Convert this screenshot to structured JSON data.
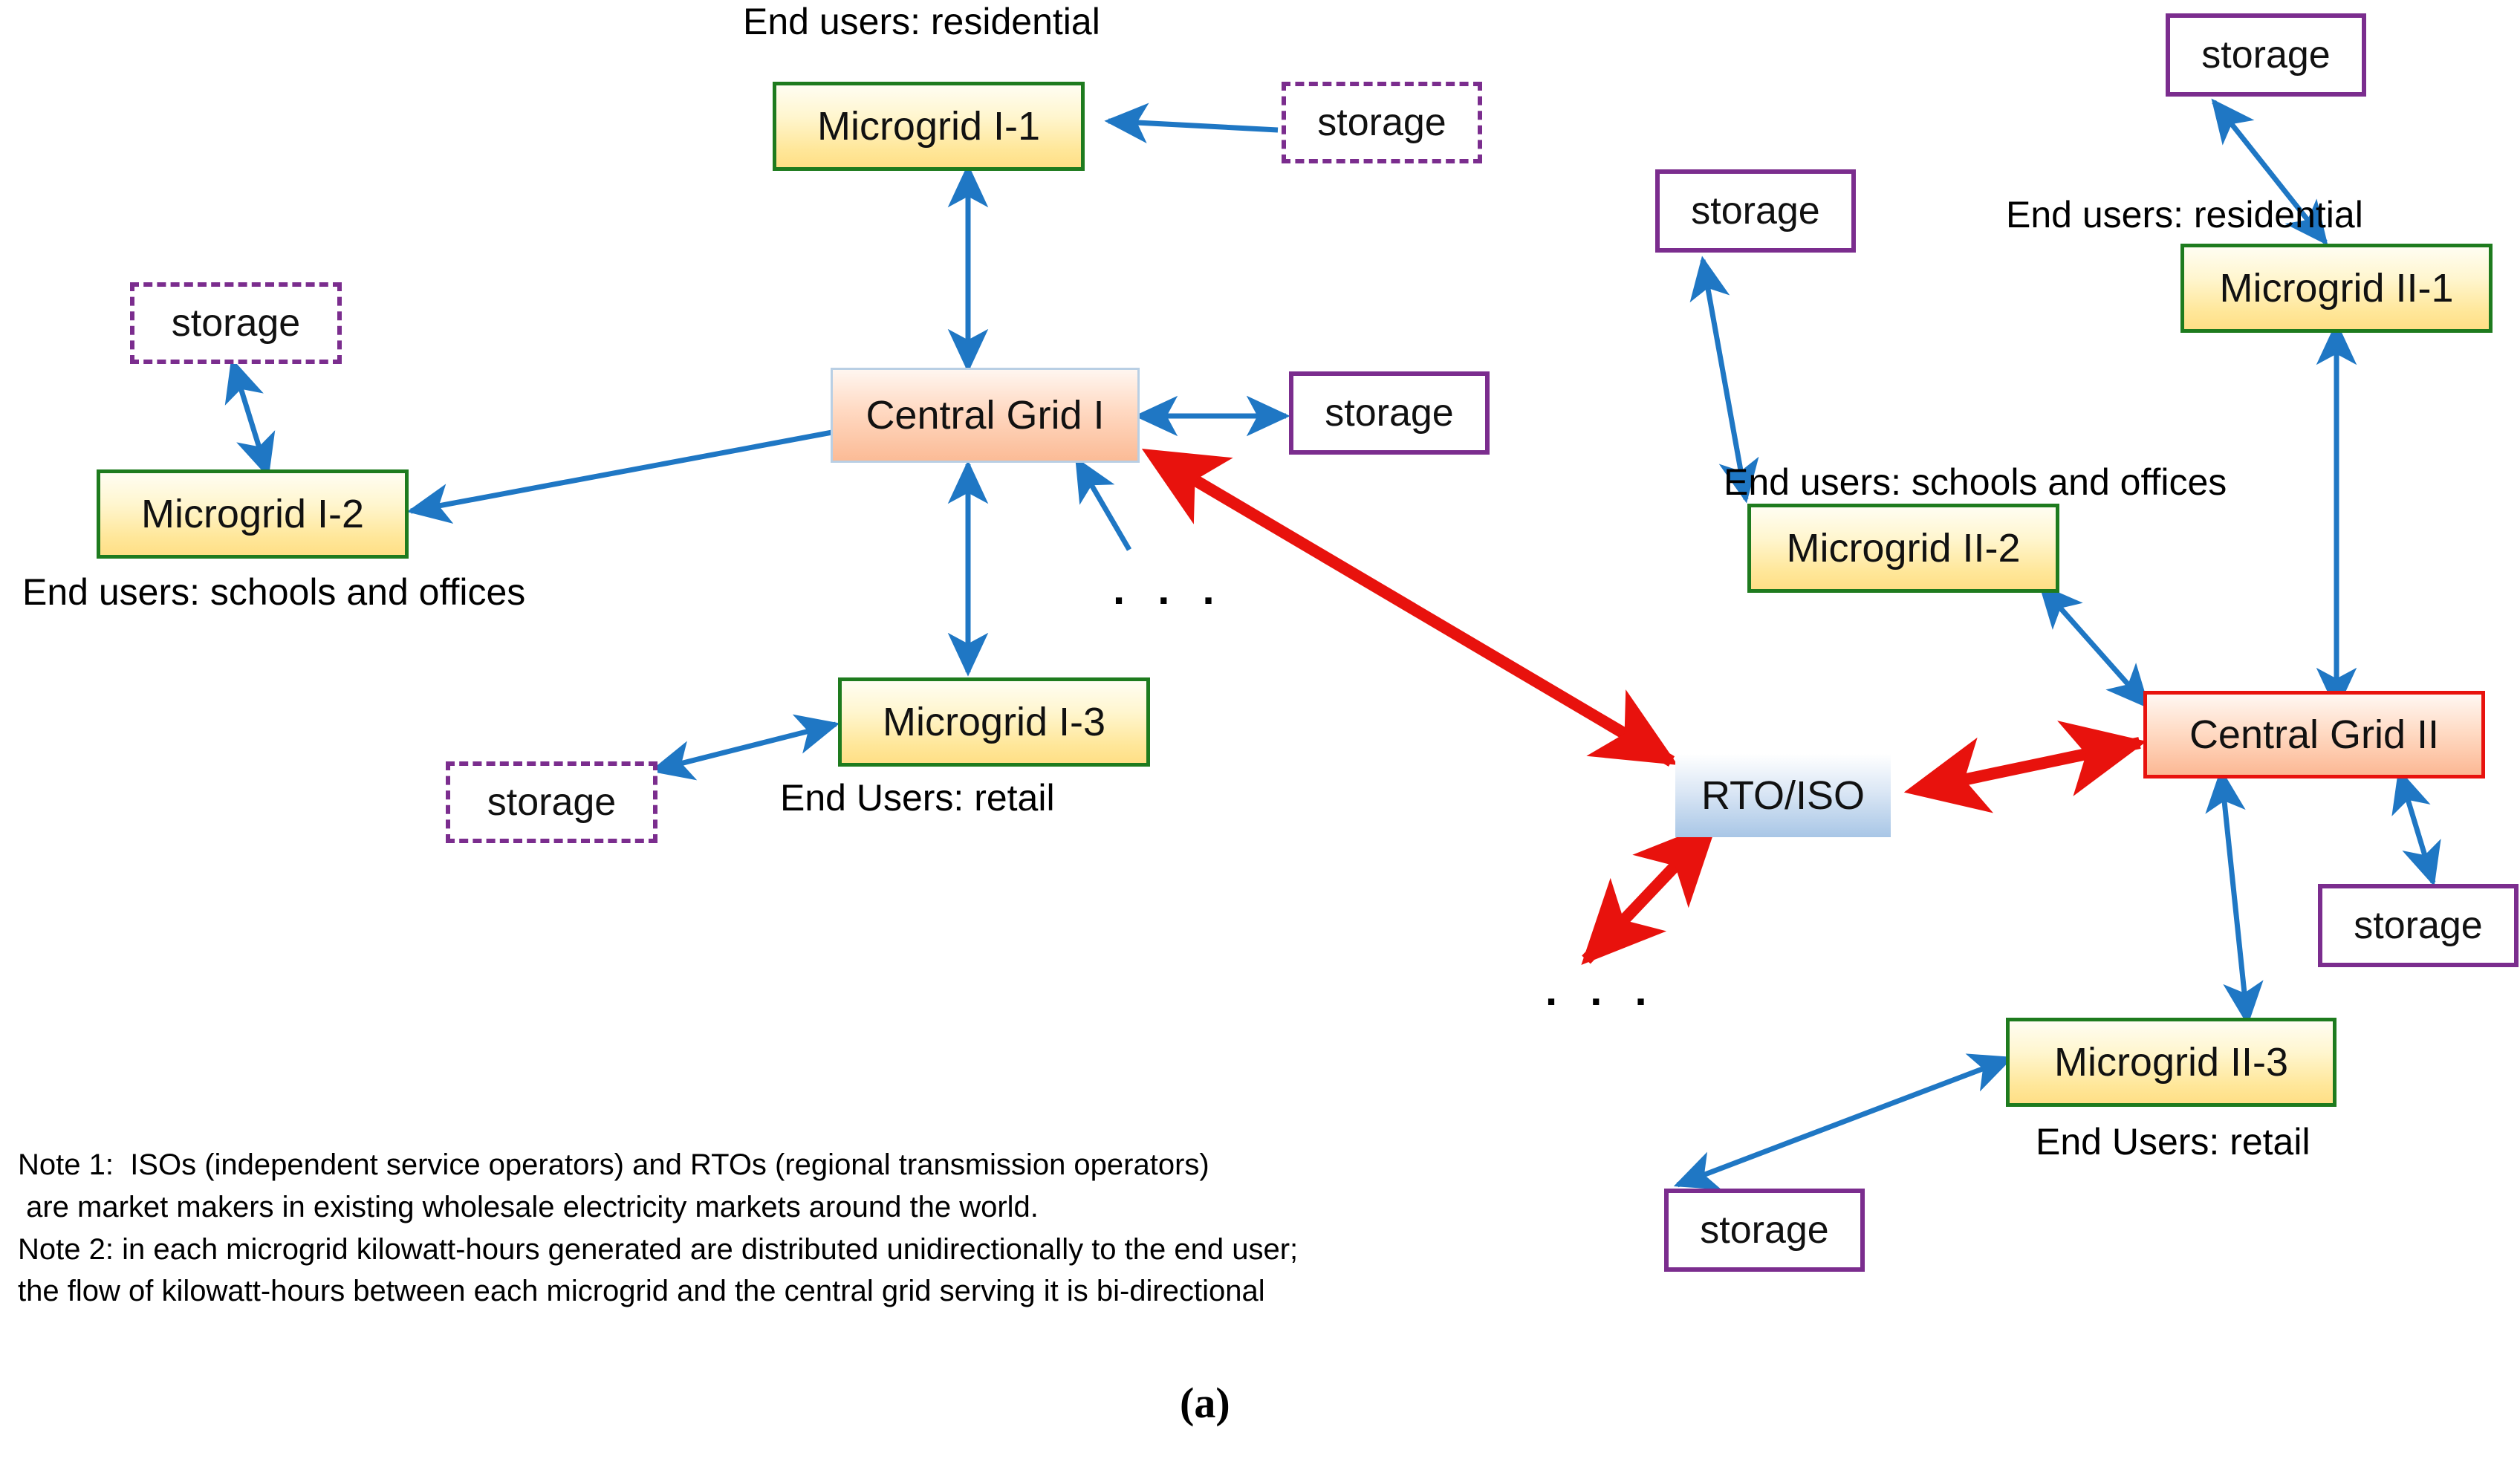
{
  "figure": {
    "panel_label": "(a)",
    "notes": [
      "Note 1:  ISOs (independent service operators) and RTOs (regional transmission operators)",
      " are market makers in existing wholesale electricity markets around the world.",
      "Note 2: in each microgrid kilowatt-hours generated are distributed unidirectionally to the end user;",
      "the flow of kilowatt-hours between each microgrid and the central grid serving it is bi-directional"
    ],
    "notes_text": "Note 1:  ISOs (independent service operators) and RTOs (regional transmission operators)\n are market makers in existing wholesale electricity markets around the world.\nNote 2: in each microgrid kilowatt-hours generated are distributed unidirectionally to the end user;\nthe flow of kilowatt-hours between each microgrid and the central grid serving it is bi-directional"
  },
  "colors": {
    "microgrid_border": "#1e7b1e",
    "microgrid_fill": "#ffe79a",
    "storage_border": "#7B2D8E",
    "storage_fill": "#ffffff",
    "central_grid_1_border": "#b9cfe4",
    "central_grid_1_fill": "#fbbb96",
    "central_grid_2_border": "#e8120d",
    "central_grid_2_fill": "#fcb894",
    "rto_fill": "#a8c6e6",
    "arrow_blue": "#1f77c4",
    "arrow_red": "#e8120d"
  },
  "grid_one": {
    "central": {
      "label": "Central Grid I"
    },
    "microgrids": [
      {
        "label": "Microgrid I-1",
        "caption": "End users:  residential"
      },
      {
        "label": "Microgrid I-2",
        "caption": "End users: schools and offices"
      },
      {
        "label": "Microgrid I-3",
        "caption": "End Users: retail"
      }
    ],
    "storages": [
      {
        "label": "storage",
        "style": "dashed"
      },
      {
        "label": "storage",
        "style": "dashed"
      },
      {
        "label": "storage",
        "style": "dashed"
      },
      {
        "label": "storage",
        "style": "solid"
      }
    ],
    "ellipsis": ". . ."
  },
  "grid_two": {
    "central": {
      "label": "Central Grid II"
    },
    "microgrids": [
      {
        "label": "Microgrid II-1",
        "caption": "End users:  residential"
      },
      {
        "label": "Microgrid II-2",
        "caption": "End users: schools and offices"
      },
      {
        "label": "Microgrid II-3",
        "caption": "End Users: retail"
      }
    ],
    "storages": [
      {
        "label": "storage",
        "style": "solid"
      },
      {
        "label": "storage",
        "style": "solid"
      },
      {
        "label": "storage",
        "style": "solid"
      },
      {
        "label": "storage",
        "style": "solid"
      }
    ],
    "ellipsis": ". . ."
  },
  "market": {
    "rto_label": "RTO/ISO"
  }
}
